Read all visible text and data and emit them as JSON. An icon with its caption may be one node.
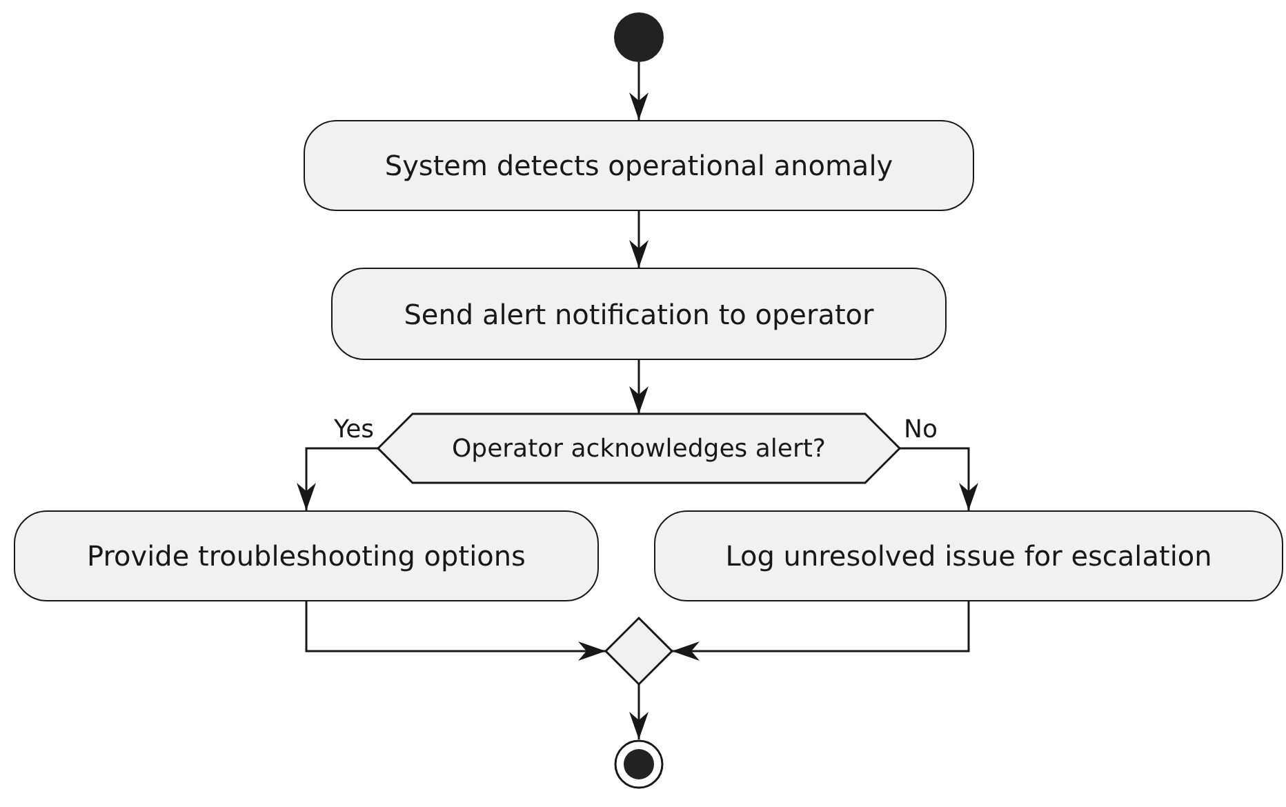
{
  "diagram": {
    "nodes": [
      {
        "text": [],
        "shape": "circle"
      },
      {
        "text": [
          "System detects operational anomaly"
        ]
      },
      {
        "text": [
          "Send alert notification to operator"
        ]
      },
      {
        "text": [
          "Operator acknowledges alert?"
        ]
      },
      {
        "text": [
          "Provide troubleshooting options"
        ]
      },
      {
        "text": [
          "Log unresolved issue for escalation"
        ]
      },
      {
        "text": [],
        "shape": "diamond"
      },
      {
        "text": [],
        "shape": "circle"
      }
    ],
    "edges": [
      {
        "from": 0,
        "to": 1,
        "arrow": "to"
      },
      {
        "from": 1,
        "to": 2,
        "arrow": "to"
      },
      {
        "from": 2,
        "to": 3,
        "arrow": "to"
      },
      {
        "from": 3,
        "to": 4,
        "arrow": "to",
        "label": "Yes"
      },
      {
        "from": 3,
        "to": 5,
        "arrow": "to",
        "label": "No"
      },
      {
        "from": 4,
        "to": 6,
        "arrow": "to"
      },
      {
        "from": 5,
        "to": 6,
        "arrow": "to"
      },
      {
        "from": 6,
        "to": 7,
        "arrow": "to"
      }
    ]
  }
}
